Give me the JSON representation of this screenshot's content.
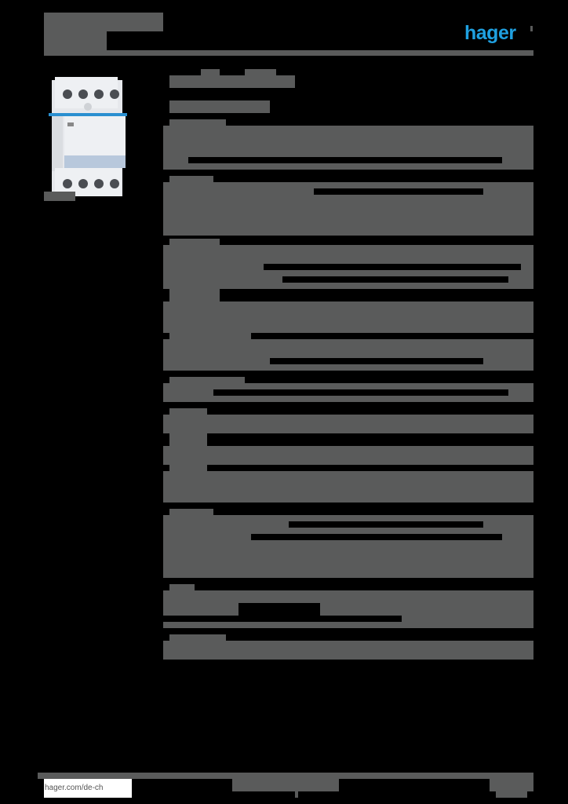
{
  "header": {
    "title_redacted": true,
    "logo_text": "hager",
    "logo_color": "#1fa0e0"
  },
  "product": {
    "image_alt": "modular contactor 4-pole, grey housing with blue band",
    "caption_redacted": true
  },
  "main": {
    "heading_redacted": true,
    "subheading_redacted": true,
    "sections": [
      {
        "id": "section-1",
        "redacted": true
      },
      {
        "id": "section-2",
        "redacted": true
      },
      {
        "id": "section-3",
        "redacted": true
      },
      {
        "id": "section-4",
        "redacted": true
      },
      {
        "id": "section-5",
        "redacted": true
      },
      {
        "id": "section-6",
        "redacted": true
      },
      {
        "id": "section-7",
        "redacted": true
      },
      {
        "id": "section-8",
        "redacted": true
      },
      {
        "id": "section-9",
        "redacted": true
      },
      {
        "id": "section-10",
        "redacted": true
      }
    ]
  },
  "footer": {
    "url": "hager.com/de-ch",
    "center_redacted": true,
    "right_redacted": true
  },
  "colors": {
    "background": "#000000",
    "redaction": "#5a5b5b",
    "brand": "#1fa0e0"
  }
}
